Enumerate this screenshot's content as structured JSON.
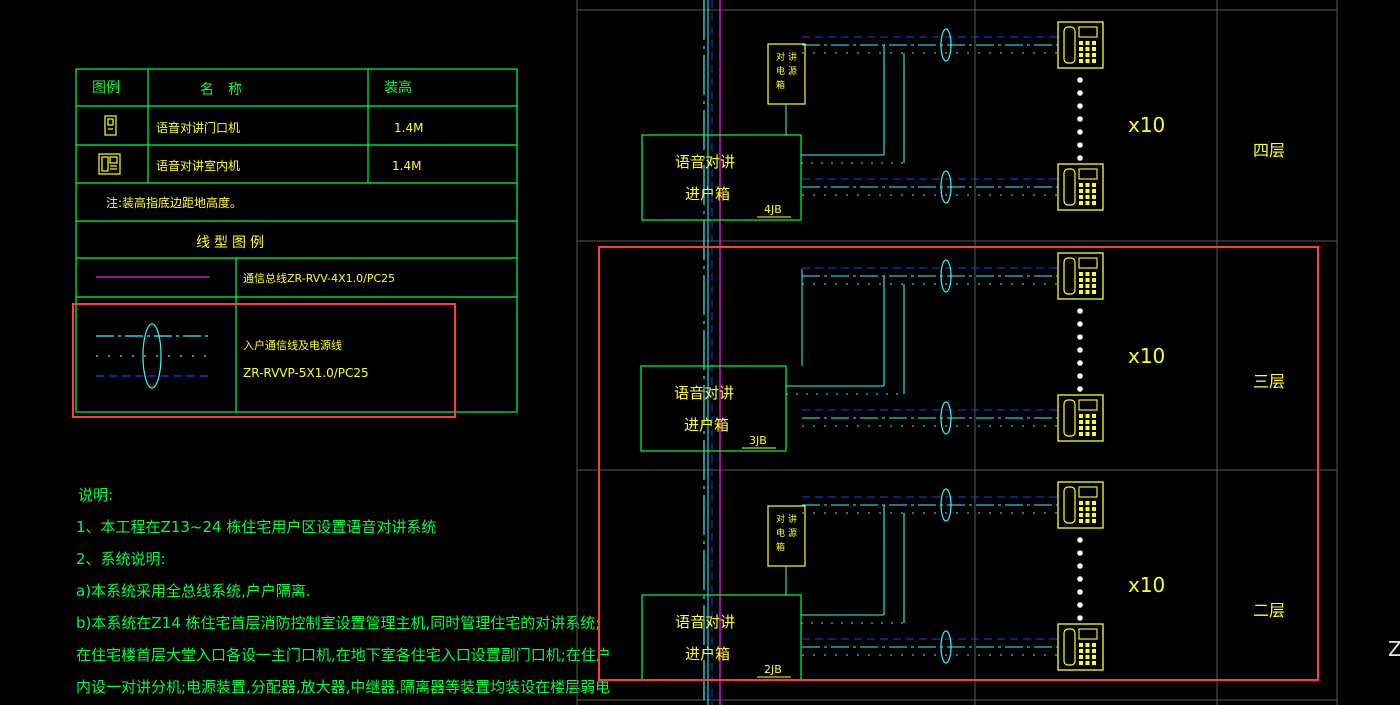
{
  "legend": {
    "header": {
      "col1": "图例",
      "col2": "名　称",
      "col3": "装高"
    },
    "rows": [
      {
        "name": "语音对讲门口机",
        "height": "1.4M",
        "icon": "door-station-icon"
      },
      {
        "name": "语音对讲室内机",
        "height": "1.4M",
        "icon": "indoor-unit-icon"
      }
    ],
    "note": "注:装高指底边距地高度。",
    "line_title": "线型图例",
    "line_rows": [
      {
        "text": "通信总线ZR-RVV-4X1.0/PC25"
      },
      {
        "text": "入户通信线及电源线",
        "text2": "ZR-RVVP-5X1.0/PC25"
      }
    ]
  },
  "notes": [
    "说明:",
    "1、本工程在Z13~24 栋住宅用户区设置语音对讲系统",
    "2、系统说明:",
    "a)本系统采用全总线系统,户户隔离.",
    "b)本系统在Z14 栋住宅首层消防控制室设置管理主机,同时管理住宅的对讲系统;",
    "在住宅楼首层大堂入口各设一主门口机,在地下室各住宅入口设置副门口机;在住户",
    "内设一对讲分机;电源装置,分配器,放大器,中继器,隔离器等装置均装设在楼层弱电"
  ],
  "floors": [
    {
      "label": "四层",
      "box_line1": "语音对讲",
      "box_line2": "进户箱",
      "box_tag": "4JB",
      "count": "x10",
      "psu": [
        "对",
        "讲",
        "电",
        "源",
        "箱"
      ]
    },
    {
      "label": "三层",
      "box_line1": "语音对讲",
      "box_line2": "进户箱",
      "box_tag": "3JB",
      "count": "x10"
    },
    {
      "label": "二层",
      "box_line1": "语音对讲",
      "box_line2": "进户箱",
      "box_tag": "2JB",
      "count": "x10",
      "psu": [
        "对",
        "讲",
        "电",
        "源",
        "箱"
      ]
    }
  ],
  "edge_char": "Z",
  "colors": {
    "background": "#000000",
    "frame": "#00ff3c",
    "bus": "#e61ee6",
    "riser": "#3cf5ff",
    "dashed": "#1e3cff",
    "device": "#ffff28",
    "grid": "#5a5a5a",
    "highlight": "#ff3c3c"
  }
}
